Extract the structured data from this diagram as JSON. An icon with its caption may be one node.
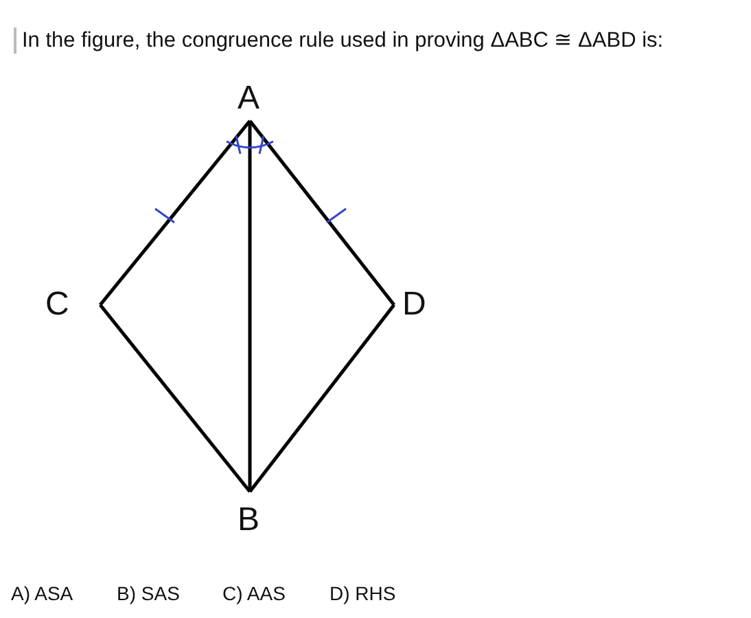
{
  "diagram": {
    "title": "In the figure, the congruence rule used in proving ΔABC ≅ ΔABD is:",
    "nodes": [
      {
        "text": [
          "A"
        ]
      },
      {
        "text": [
          "C"
        ]
      },
      {
        "text": [
          "D"
        ]
      },
      {
        "text": [
          "B"
        ]
      }
    ],
    "edges": [
      {
        "from": 0,
        "to": 1,
        "arrow": "none"
      },
      {
        "from": 0,
        "to": 2,
        "arrow": "none"
      },
      {
        "from": 0,
        "to": 3,
        "arrow": "none"
      },
      {
        "from": 1,
        "to": 3,
        "arrow": "none"
      },
      {
        "from": 2,
        "to": 3,
        "arrow": "none"
      }
    ],
    "labels": [
      "A) ASA",
      "B) SAS",
      "C) AAS",
      "D) RHS"
    ]
  }
}
